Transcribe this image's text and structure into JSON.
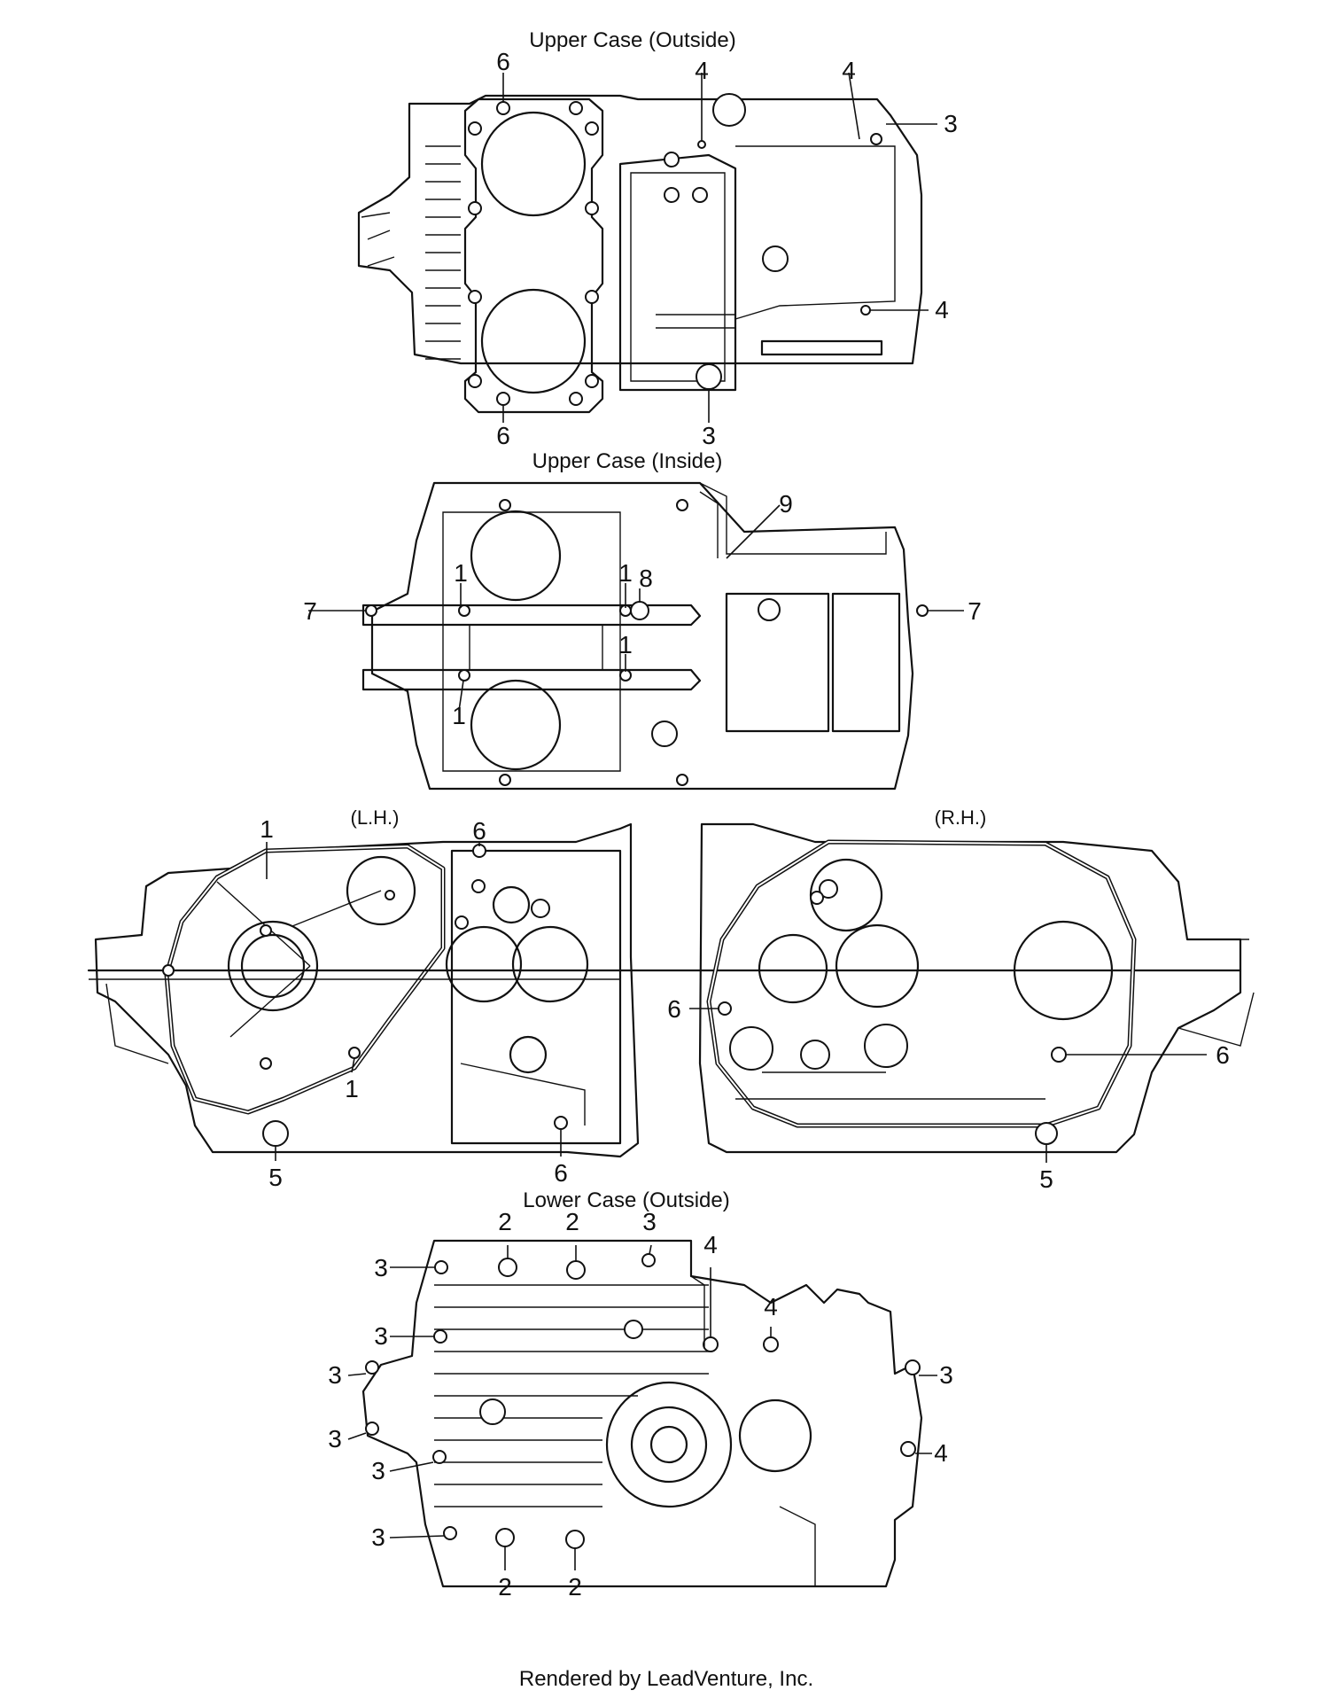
{
  "titles": {
    "upper_outside": "Upper Case (Outside)",
    "upper_inside": "Upper Case (Inside)",
    "lower_outside": "Lower Case (Outside)",
    "left_hand": "(L.H.)",
    "right_hand": "(R.H.)"
  },
  "footer": "Rendered by LeadVenture, Inc.",
  "callouts": {
    "uo": [
      "6",
      "4",
      "4",
      "3",
      "4",
      "6",
      "3"
    ],
    "ui": [
      "9",
      "1",
      "1",
      "8",
      "7",
      "7",
      "1",
      "1"
    ],
    "lh": [
      "1",
      "6",
      "1",
      "5",
      "6"
    ],
    "rh": [
      "6",
      "6",
      "5"
    ],
    "lo": [
      "2",
      "2",
      "3",
      "4",
      "3",
      "4",
      "3",
      "3",
      "3",
      "4",
      "3",
      "3",
      "3",
      "2",
      "2"
    ]
  }
}
